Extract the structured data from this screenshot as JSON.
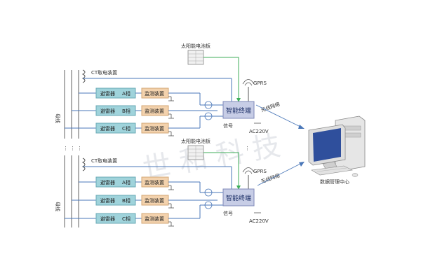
{
  "labels": {
    "solar_panel": "太阳能电池板",
    "ct": "CT取电装置",
    "arrester": "避雷器",
    "phase_a": "A相",
    "phase_b": "B相",
    "phase_c": "C相",
    "monitor": "监测装置",
    "terminal": "智能终端",
    "gprs": "GPRS",
    "signal": "信号",
    "ac": "AC220V",
    "wireless": "无线网络",
    "busbar": "母线",
    "data_center": "数据管理中心",
    "dots": "⋮",
    "watermark": "世 和 科 技"
  },
  "colors": {
    "arrester_fill": "#9fd3db",
    "monitor_fill": "#f3d2ad",
    "terminal_fill": "#c7cde6",
    "wire_blue": "#4a77b8",
    "wire_green": "#3fae5a",
    "line_gray": "#7a7a7a"
  }
}
